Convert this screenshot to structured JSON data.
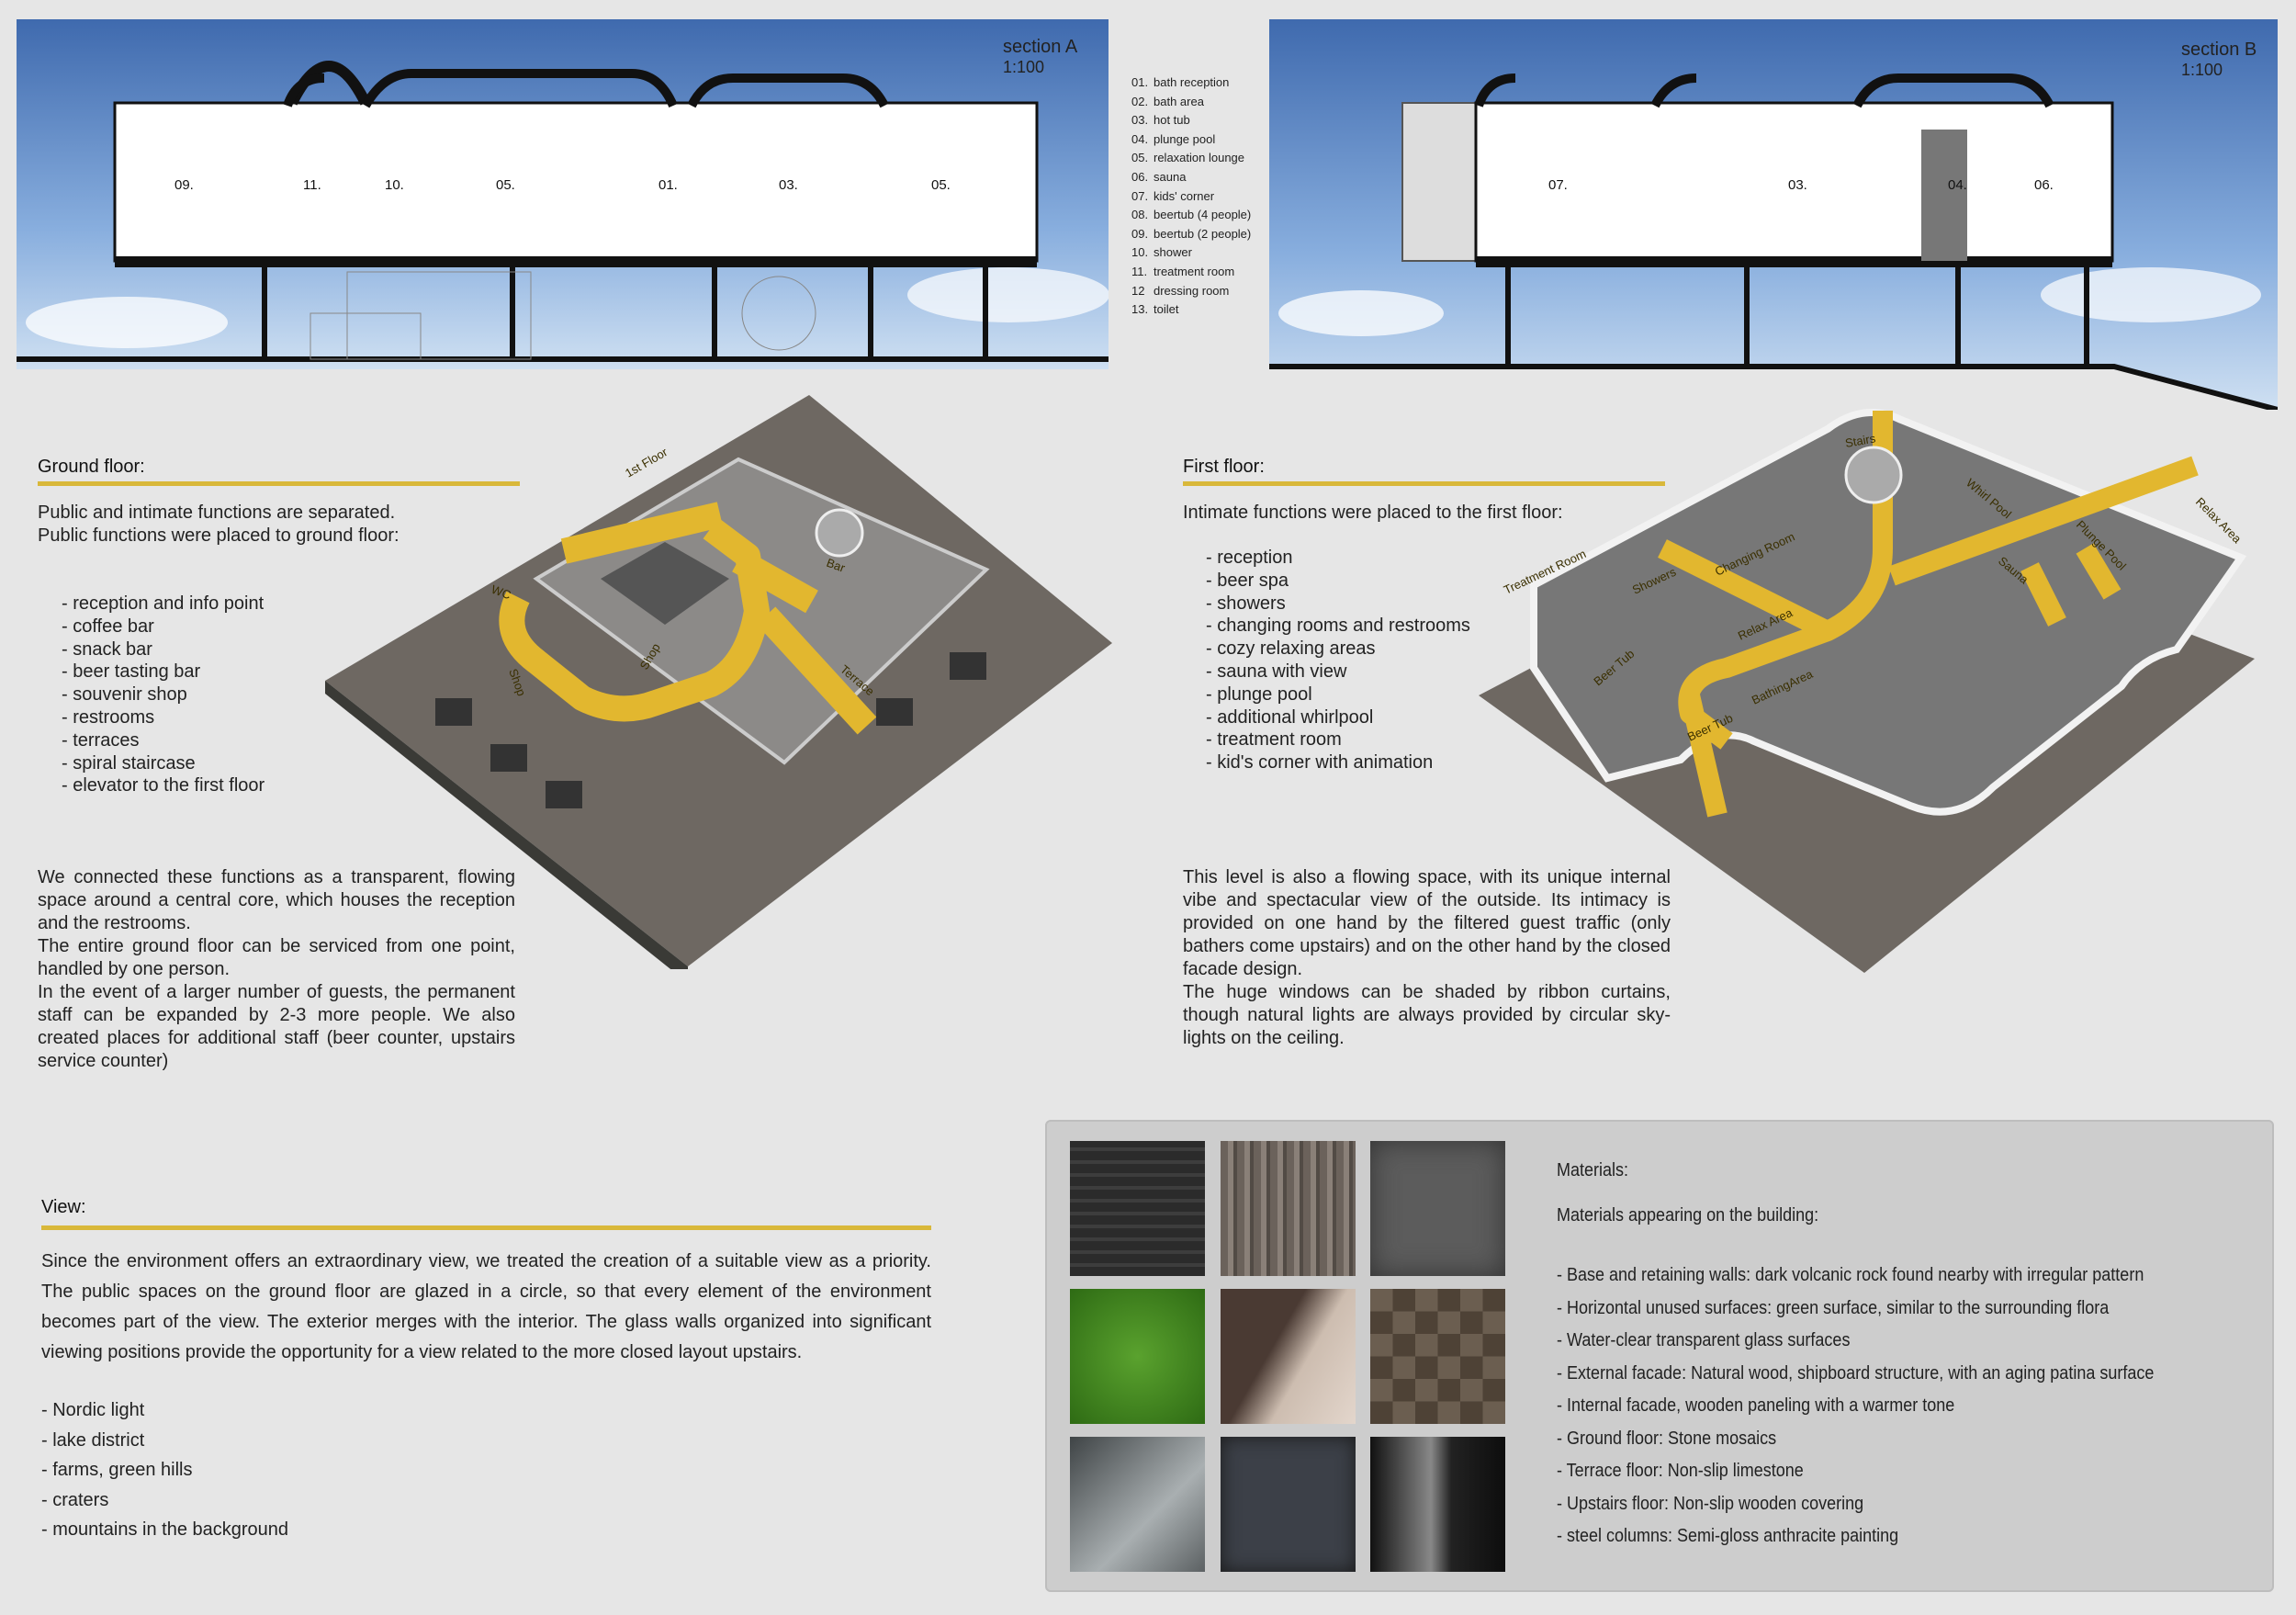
{
  "section_a": {
    "title": "section A",
    "scale": "1:100",
    "rooms": [
      "09.",
      "11.",
      "10.",
      "05.",
      "01.",
      "03.",
      "05."
    ]
  },
  "section_b": {
    "title": "section B",
    "scale": "1:100",
    "rooms": [
      "07.",
      "03.",
      "04.",
      "06."
    ]
  },
  "legend": [
    {
      "num": "01.",
      "label": "bath reception"
    },
    {
      "num": "02.",
      "label": "bath area"
    },
    {
      "num": "03.",
      "label": "hot tub"
    },
    {
      "num": "04.",
      "label": "plunge pool"
    },
    {
      "num": "05.",
      "label": "relaxation lounge"
    },
    {
      "num": "06.",
      "label": "sauna"
    },
    {
      "num": "07.",
      "label": "kids' corner"
    },
    {
      "num": "08.",
      "label": "beertub (4 people)"
    },
    {
      "num": "09.",
      "label": "beertub (2 people)"
    },
    {
      "num": "10.",
      "label": "shower"
    },
    {
      "num": "11.",
      "label": "treatment room"
    },
    {
      "num": "12",
      "label": "dressing room"
    },
    {
      "num": "13.",
      "label": "toilet"
    }
  ],
  "ground_floor": {
    "heading": "Ground floor:",
    "intro": [
      "Public and intimate functions are separated.",
      "Public functions were placed to ground floor:"
    ],
    "items": [
      "- reception and info point",
      "- coffee bar",
      "- snack bar",
      "- beer tasting bar",
      "- souvenir shop",
      "- restrooms",
      "- terraces",
      "- spiral staircase",
      "- elevator to the first floor"
    ],
    "paragraphs": [
      "We connected these functions as a transparent, flowing space around a central core, which houses the reception and the restrooms.",
      "The entire ground floor can be serviced from one point, handled by one person.",
      "In the event of a larger number of guests, the permanent staff can be expanded by 2-3 more people. We also created places for additional staff (beer counter, upstairs service counter)"
    ],
    "plan_labels": [
      "WC",
      "1st Floor",
      "Bar",
      "Shop",
      "Shop",
      "Terrace"
    ]
  },
  "first_floor": {
    "heading": "First floor:",
    "intro": "Intimate functions were placed to the first floor:",
    "items": [
      "- reception",
      "- beer spa",
      "- showers",
      "- changing rooms and restrooms",
      "- cozy relaxing areas",
      "- sauna with view",
      "- plunge pool",
      "- additional whirlpool",
      "- treatment room",
      "- kid's corner with animation"
    ],
    "paragraphs": [
      "This level is also a flowing space, with its unique internal vibe and spectacular view of the outside. Its intimacy is provided on one hand by the filtered guest traffic (only bathers come upstairs) and on the other hand by the closed facade design.",
      "The huge windows can be shaded by ribbon curtains, though natural lights are always provided by circular sky-lights on the ceiling."
    ],
    "plan_labels": [
      "Treatment Room",
      "Showers",
      "Changing Room",
      "Stairs",
      "Whirl Pool",
      "Relax Area",
      "Plunge Pool",
      "Sauna",
      "Relax Area",
      "BathingArea",
      "Beer Tub",
      "Beer Tub"
    ]
  },
  "view": {
    "heading": "View:",
    "paragraph": "Since the environment offers an extraordinary view, we treated the creation of a suitable view as a priority. The public spaces on the ground floor are glazed in a circle, so that every element of the environment becomes part of the view. The exterior merges with the interior. The glass walls organized into significant viewing positions provide the opportunity for a view related to the more closed layout upstairs.",
    "items": [
      "- Nordic light",
      "- lake district",
      "- farms, green hills",
      "- craters",
      "- mountains in the background"
    ]
  },
  "materials": {
    "heading": "Materials:",
    "intro": "Materials appearing on the building:",
    "items": [
      "- Base and retaining walls: dark volcanic rock found nearby with irregular pattern",
      "- Horizontal unused surfaces: green surface, similar to the surrounding flora",
      "- Water-clear transparent glass surfaces",
      "- External facade: Natural wood, shipboard structure, with an aging patina surface",
      "- Internal facade, wooden paneling with a warmer tone",
      "- Ground floor: Stone mosaics",
      "- Terrace floor: Non-slip limestone",
      "- Upstairs floor: Non-slip wooden covering",
      "- steel columns: Semi-gloss anthracite painting"
    ]
  },
  "colors": {
    "accent": "#d9b83a",
    "background": "#e6e6e6",
    "panel": "#cdcdcd",
    "sky": "#4a78b8"
  }
}
